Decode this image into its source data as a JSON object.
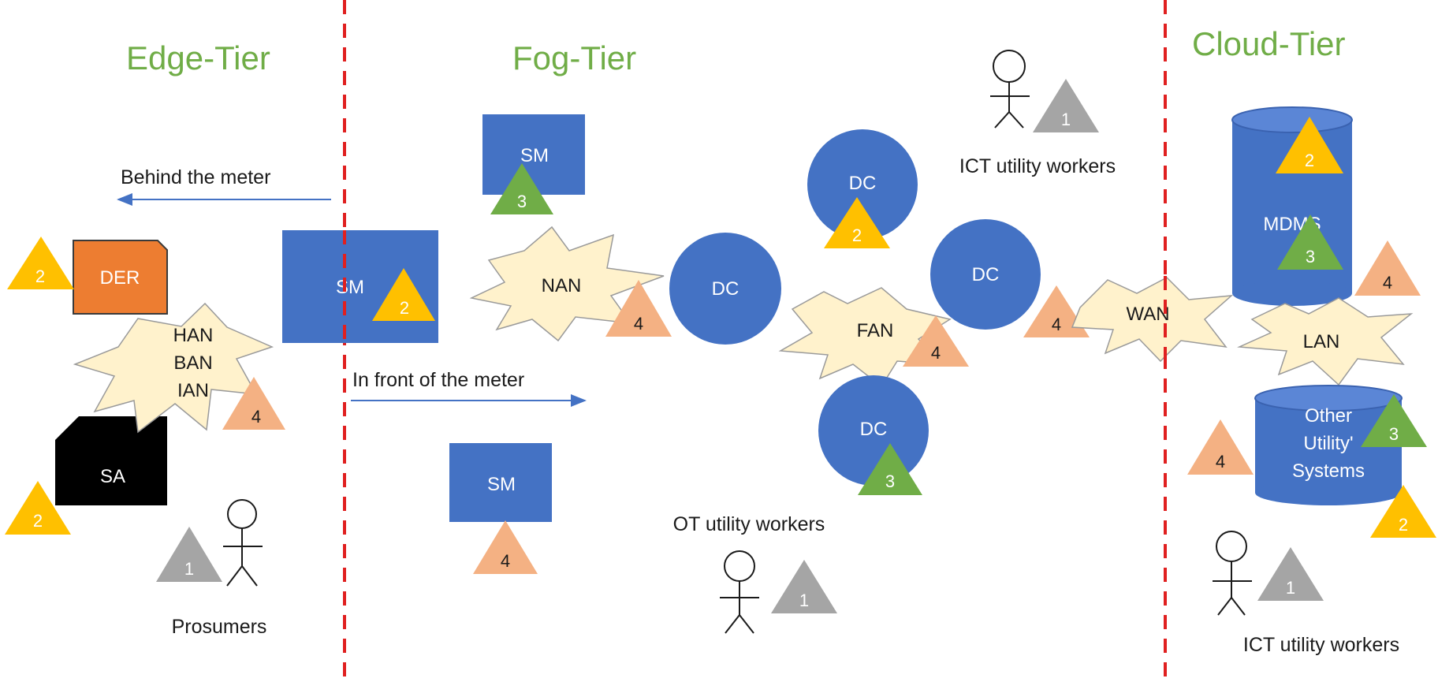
{
  "colors": {
    "blue": "#4472c4",
    "orange_der": "#ed7d31",
    "tier_green": "#70ad47",
    "tri_gold": "#ffc000",
    "tri_green": "#70ad47",
    "tri_salmon": "#f4b183",
    "tri_gray": "#a5a5a5",
    "cloud": "#fff2cc",
    "divider": "#e02020",
    "arrow": "#4472c4"
  },
  "tiers": {
    "edge": "Edge-Tier",
    "fog": "Fog-Tier",
    "cloud": "Cloud-Tier"
  },
  "labels": {
    "behind_meter": "Behind the meter",
    "front_meter": "In front of the meter",
    "prosumers": "Prosumers",
    "ot_workers": "OT utility workers",
    "ict_workers_top": "ICT utility workers",
    "ict_workers_bottom": "ICT utility workers"
  },
  "nodes": {
    "der": "DER",
    "sa": "SA",
    "sm_center": "SM",
    "sm_top": "SM",
    "sm_bottom": "SM",
    "dc": "DC",
    "mdms": "MDMS",
    "other_line1": "Other",
    "other_line2": "Utility'",
    "other_line3": "Systems"
  },
  "networks": {
    "han_line1": "HAN",
    "han_line2": "BAN",
    "han_line3": "IAN",
    "nan": "NAN",
    "fan": "FAN",
    "wan": "WAN",
    "lan": "LAN"
  },
  "threat_levels": {
    "der": "2",
    "sa": "2",
    "prosumers": "1",
    "han": "4",
    "sm_center": "2",
    "sm_top": "3",
    "sm_bottom": "4",
    "nan": "4",
    "dc_top": "2",
    "fan": "4",
    "dc_mid": "4",
    "dc_bottom": "3",
    "ot_workers": "1",
    "ict_top": "1",
    "mdms_top": "2",
    "mdms_mid": "3",
    "mdms_right": "4",
    "other_left": "4",
    "other_right": "3",
    "other_bottom": "2",
    "ict_bottom": "1"
  }
}
